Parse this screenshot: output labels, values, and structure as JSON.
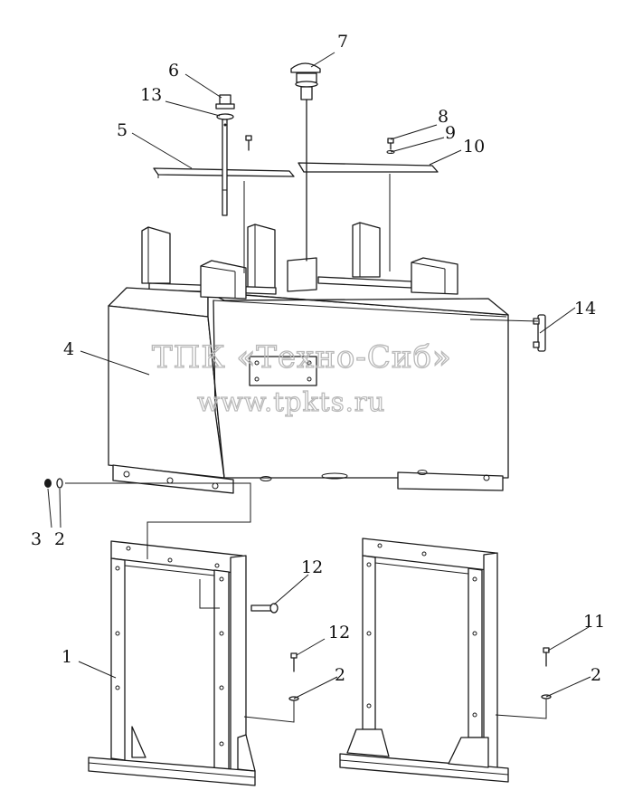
{
  "watermark": {
    "line1": "ТПК «Техно-Сиб»",
    "line2": "www.tpkts.ru"
  },
  "callouts": {
    "c1": "1",
    "c2a": "2",
    "c2b": "2",
    "c2c": "2",
    "c3": "3",
    "c4": "4",
    "c5": "5",
    "c6": "6",
    "c7": "7",
    "c8": "8",
    "c9": "9",
    "c10": "10",
    "c11": "11",
    "c12a": "12",
    "c12b": "12",
    "c13": "13",
    "c14": "14"
  },
  "colors": {
    "line": "#1a1a1a",
    "watermark": "#b8b8b8",
    "background": "#ffffff"
  }
}
